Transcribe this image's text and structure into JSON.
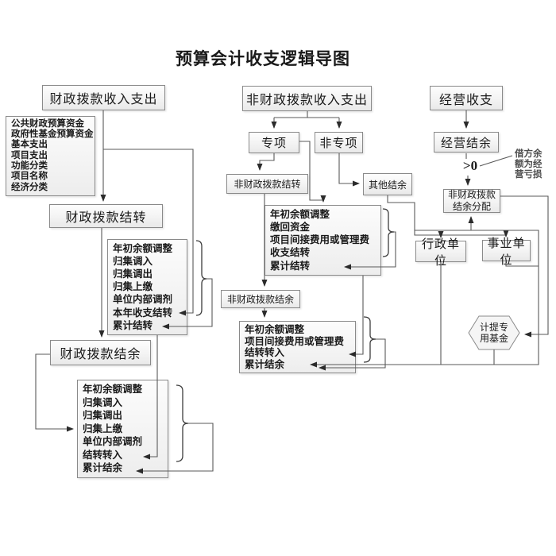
{
  "title": "预算会计收支逻辑导图",
  "colors": {
    "line": "#595959",
    "arrow": "#2b2b2b",
    "box_border": "#8a8a8a",
    "note_text": "#4d4d4d"
  },
  "nodes": {
    "fiscal_header": "财政拨款收入支出",
    "fiscal_detail": [
      "公共财政预算资金",
      "政府性基金预算资金",
      "基本支出",
      "项目支出",
      "功能分类",
      "项目名称",
      "经济分类"
    ],
    "fiscal_carryover": "财政拨款结转",
    "fiscal_carryover_detail": [
      "年初余额调整",
      "归集调入",
      "归集调出",
      "归集上缴",
      "单位内部调剂",
      "本年收支结转",
      "累计结转"
    ],
    "fiscal_surplus": "财政拨款结余",
    "fiscal_surplus_detail": [
      "年初余额调整",
      "归集调入",
      "归集调出",
      "归集上缴",
      "单位内部调剂",
      "结转转入",
      "累计结余"
    ],
    "nonfiscal_header": "非财政拨款收入支出",
    "special": "专项",
    "nonspecial": "非专项",
    "nonfiscal_carryover": "非财政拨款结转",
    "other_surplus": "其他结余",
    "nonfiscal_carryover_detail": [
      "年初余额调整",
      "缴回资金",
      "项目间接费用或管理费",
      "收支结转",
      "累计结转"
    ],
    "nonfiscal_surplus": "非财政拨款结余",
    "nonfiscal_surplus_detail": [
      "年初余额调整",
      "项目间接费用或管理费",
      "结转转入",
      "累计结余"
    ],
    "operating_header": "经营收支",
    "operating_surplus": "经营结余",
    "gt_zero": ">0",
    "surplus_distribution": [
      "非财政拨款",
      "结余分配"
    ],
    "admin_unit": "行政单位",
    "business_unit": "事业单位",
    "special_fund": [
      "计提专",
      "用基金"
    ],
    "note": [
      "借方余",
      "额为经",
      "营亏损"
    ]
  }
}
